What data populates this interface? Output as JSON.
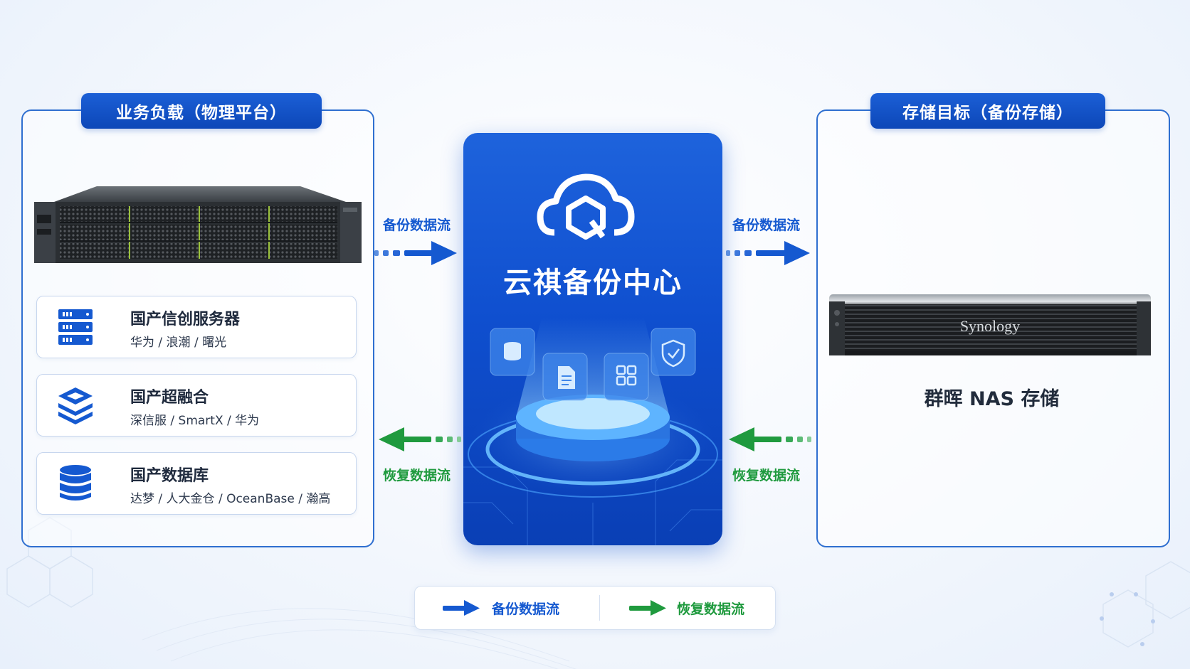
{
  "left_panel": {
    "title": "业务负载（物理平台）",
    "items": [
      {
        "title": "国产信创服务器",
        "subtitle": "华为 / 浪潮 / 曙光",
        "icon": "server-rack-icon"
      },
      {
        "title": "国产超融合",
        "subtitle": "深信服 / SmartX / 华为",
        "icon": "layers-icon"
      },
      {
        "title": "国产数据库",
        "subtitle": "达梦 / 人大金仓 / OceanBase / 瀚高",
        "icon": "database-icon"
      }
    ]
  },
  "center": {
    "title": "云祺备份中心",
    "logo_icon": "cloud-q-logo-icon",
    "floating_icons": [
      "database-icon",
      "document-icon",
      "grid-apps-icon",
      "shield-check-icon"
    ]
  },
  "right_panel": {
    "title": "存储目标（备份存储）",
    "device_brand": "Synology",
    "device_label": "群晖 NAS 存储"
  },
  "flows": {
    "backup_left": "备份数据流",
    "backup_right": "备份数据流",
    "restore_left": "恢复数据流",
    "restore_right": "恢复数据流"
  },
  "legend": {
    "backup": "备份数据流",
    "restore": "恢复数据流"
  },
  "colors": {
    "primary_blue": "#1559d0",
    "restore_green": "#1f9a3e",
    "panel_border": "#2f6fd0"
  }
}
